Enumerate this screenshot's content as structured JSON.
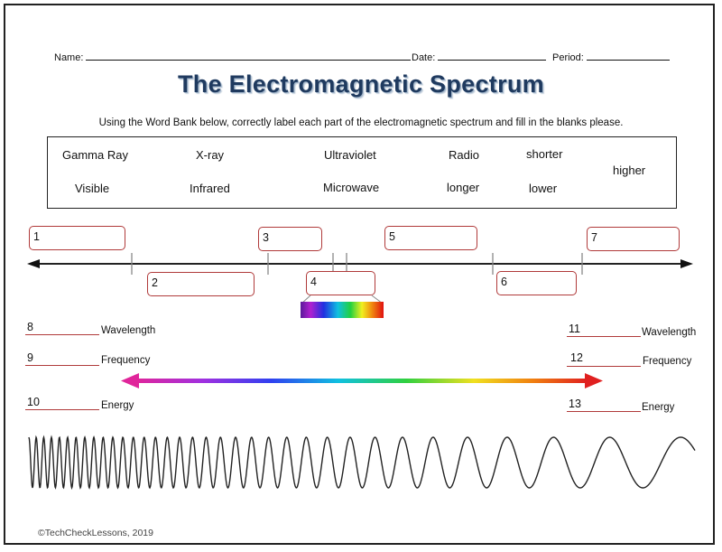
{
  "header": {
    "name_label": "Name:",
    "date_label": "Date:",
    "period_label": "Period:"
  },
  "title": "The Electromagnetic Spectrum",
  "instructions": "Using the Word Bank below, correctly label each part of the electromagnetic spectrum and fill in the blanks please.",
  "word_bank": [
    "Gamma Ray",
    "X-ray",
    "Ultraviolet",
    "Radio",
    "shorter",
    "higher",
    "Visible",
    "Infrared",
    "Microwave",
    "longer",
    "lower"
  ],
  "spectrum_boxes": [
    "1",
    "2",
    "3",
    "4",
    "5",
    "6",
    "7"
  ],
  "left_blanks": [
    {
      "number": "8",
      "label": "Wavelength"
    },
    {
      "number": "9",
      "label": "Frequency"
    },
    {
      "number": "10",
      "label": "Energy"
    }
  ],
  "right_blanks": [
    {
      "number": "11",
      "label": "Wavelength"
    },
    {
      "number": "12",
      "label": "Frequency"
    },
    {
      "number": "13",
      "label": "Energy"
    }
  ],
  "copyright": "©TechCheckLessons, 2019",
  "colors": {
    "title": "#1f3a5f",
    "box_border": "#b03a3a",
    "arrow_left": "#e0259a",
    "arrow_right": "#e02020"
  }
}
